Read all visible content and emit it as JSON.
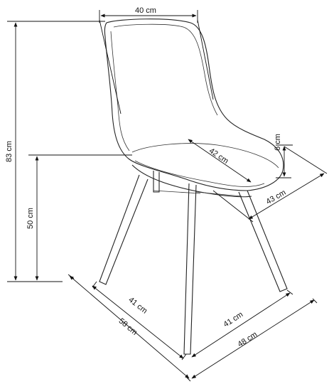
{
  "dimensions": {
    "top_width": "40 cm",
    "total_height": "83 cm",
    "seat_height": "50 cm",
    "seat_depth": "42 cm",
    "seat_thickness": "6 cm",
    "seat_width": "43 cm",
    "base_depth_inner": "41 cm",
    "base_depth_outer": "58 cm",
    "base_width_inner": "41 cm",
    "base_width_outer": "48 cm"
  }
}
